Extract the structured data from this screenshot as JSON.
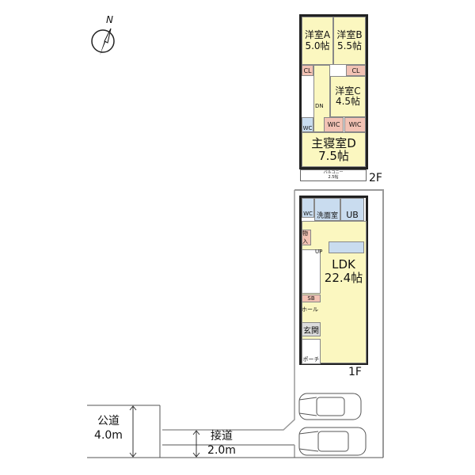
{
  "compass": {
    "label": "N"
  },
  "floor2": {
    "label": "2F",
    "rooms": [
      {
        "name": "洋室A",
        "size": "5.0帖"
      },
      {
        "name": "洋室B",
        "size": "5.5帖"
      },
      {
        "name": "洋室C",
        "size": "4.5帖"
      },
      {
        "name": "主寝室D",
        "size": "7.5帖"
      }
    ],
    "cl": "CL",
    "wic": "WIC",
    "wc": "WC",
    "dn": "DN",
    "balcony": "バルコニー",
    "balcony_size": "2.5帖"
  },
  "floor1": {
    "label": "1F",
    "ldk": "LDK",
    "ldk_size": "22.4帖",
    "wc": "WC",
    "washroom": "洗面室",
    "ub": "UB",
    "storage": "物入",
    "up": "UP",
    "sb": "SB",
    "hall": "ホール",
    "entrance": "玄関",
    "porch": "ポーチ"
  },
  "road": {
    "public": "公道",
    "public_width": "4.0m",
    "access": "接道",
    "access_width": "2.0m"
  }
}
